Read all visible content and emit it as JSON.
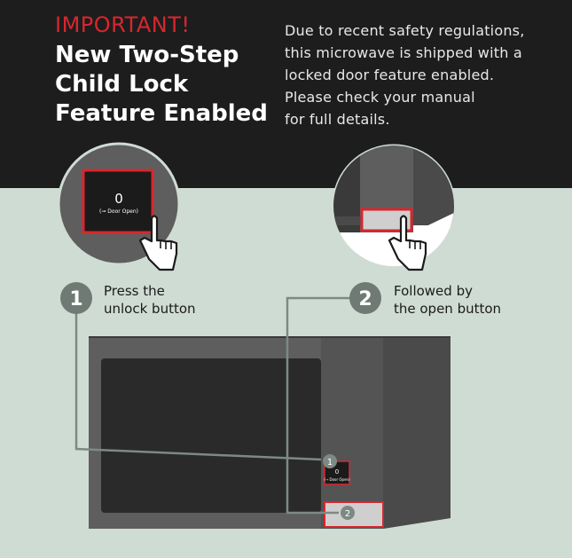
{
  "header": {
    "important": "IMPORTANT!",
    "headline_lines": [
      "New Two-Step",
      "Child Lock",
      "Feature Enabled"
    ],
    "intro_lines": [
      "Due to recent safety regulations,",
      "this microwave is shipped with a",
      "locked door feature enabled.",
      "Please check your manual",
      "for full details."
    ]
  },
  "steps": [
    {
      "number": "1",
      "lines": [
        "Press the",
        "unlock button"
      ]
    },
    {
      "number": "2",
      "lines": [
        "Followed by",
        "the open button"
      ]
    }
  ],
  "display": {
    "digit": "0",
    "label": "(⊸ Door Open)"
  },
  "colors": {
    "header_bg": "#1d1d1d",
    "accent_red": "#d9262e",
    "background": "#cfdcd4",
    "badge": "#6f7a74"
  }
}
